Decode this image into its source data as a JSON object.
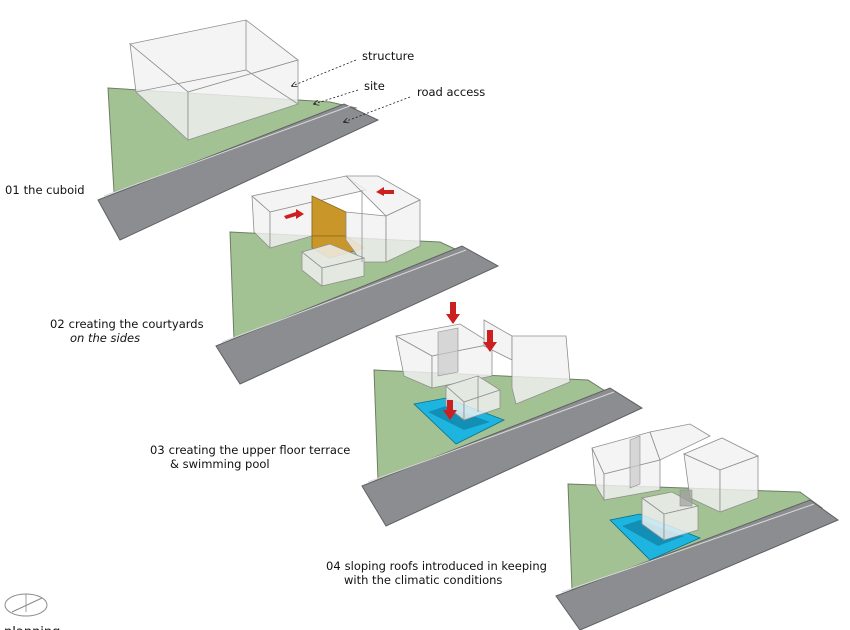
{
  "colors": {
    "grass": "#a3c293",
    "grass_edge": "#6d7d66",
    "road": "#8c8d90",
    "road_edge": "#5f6063",
    "glass": "#f1f1f1",
    "glass_edge": "#8f8f8f",
    "courtyard": "#c9962a",
    "pool": "#1eb4e0",
    "arrow": "#cc1f1f",
    "text": "#111111"
  },
  "callouts": {
    "structure": "structure",
    "site": "site",
    "road_access": "road access"
  },
  "steps": [
    {
      "number": "01",
      "title": "the cuboid",
      "subtitle": ""
    },
    {
      "number": "02",
      "title": "creating the courtyards",
      "subtitle": "on the sides"
    },
    {
      "number": "03",
      "title": "creating the upper floor terrace",
      "subtitle": "& swimming pool"
    },
    {
      "number": "04",
      "title": "sloping roofs introduced in keeping",
      "subtitle": "with the climatic conditions"
    }
  ],
  "footer": {
    "text": "planning",
    "icon": "compass-logo-icon"
  }
}
